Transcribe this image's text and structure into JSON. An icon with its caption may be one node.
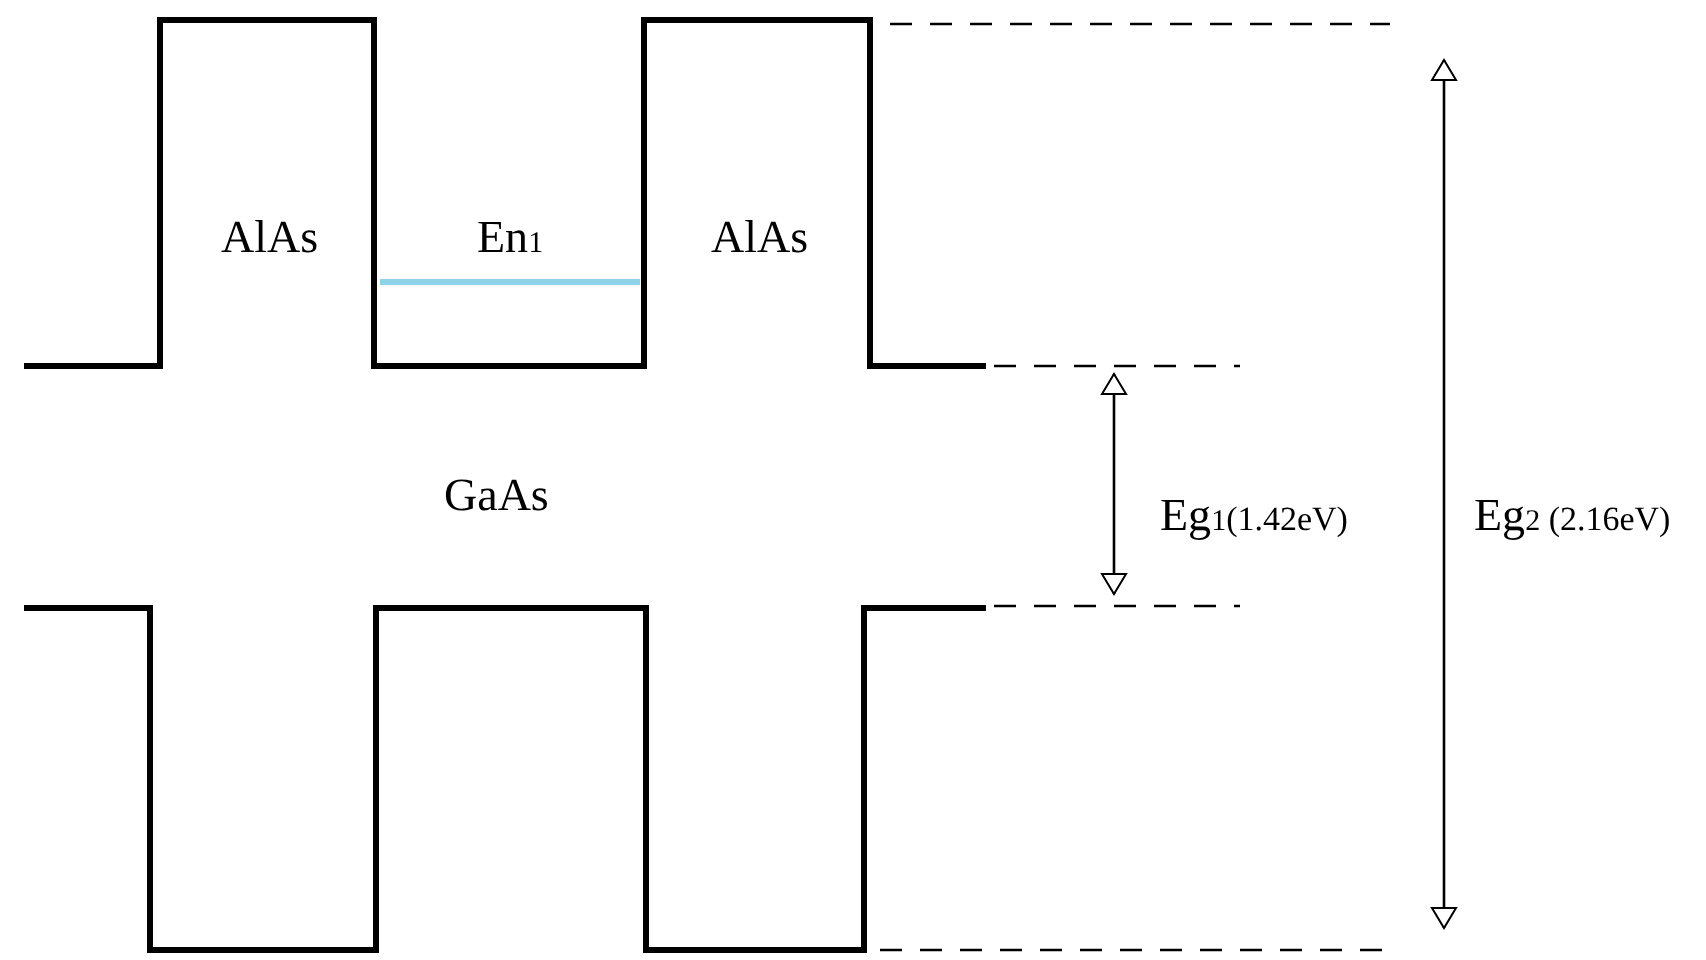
{
  "diagram": {
    "labels": [
      "AlAs",
      "En$_{1}$",
      "AlAs",
      "GaAs",
      "Eg$_{1}$(1.42eV)",
      "Eg$_{2}$ (2.16eV)"
    ]
  }
}
